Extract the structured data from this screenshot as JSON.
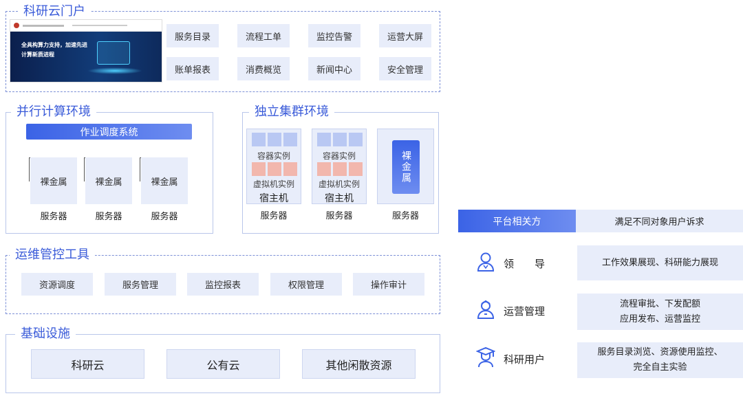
{
  "portal": {
    "title": "科研云门户",
    "banner_text_1": "全具构算力支持，加速先进",
    "banner_text_2": "计算新质进程",
    "services": [
      "服务目录",
      "流程工单",
      "监控告警",
      "运营大屏",
      "账单报表",
      "消费概览",
      "新闻中心",
      "安全管理"
    ]
  },
  "parallel": {
    "title": "并行计算环境",
    "scheduler": "作业调度系统",
    "nodes": [
      "裸金属",
      "裸金属",
      "裸金属"
    ],
    "server_labels": [
      "服务器",
      "服务器",
      "服务器"
    ]
  },
  "cluster": {
    "title": "独立集群环境",
    "container_label": "容器实例",
    "vm_label": "虚拟机实例",
    "host_label": "宿主机",
    "bare_metal_label": "裸金属",
    "server_labels": [
      "服务器",
      "服务器",
      "服务器"
    ]
  },
  "ops": {
    "title": "运维管控工具",
    "tools": [
      "资源调度",
      "服务管理",
      "监控报表",
      "权限管理",
      "操作审计"
    ]
  },
  "infra": {
    "title": "基础设施",
    "items": [
      "科研云",
      "公有云",
      "其他闲散资源"
    ]
  },
  "stakeholders": {
    "header_left": "平台相关方",
    "header_right": "满足不同对象用户诉求",
    "roles": [
      {
        "name": "领　　导",
        "icon": "leader-icon",
        "desc_1": "工作效果展现、科研能力展现",
        "desc_2": ""
      },
      {
        "name": "运营管理",
        "icon": "operator-icon",
        "desc_1": "流程审批、下发配额",
        "desc_2": "应用发布、运营监控"
      },
      {
        "name": "科研用户",
        "icon": "researcher-icon",
        "desc_1": "服务目录浏览、资源使用监控、",
        "desc_2": "完全自主实验"
      }
    ]
  },
  "colors": {
    "accent": "#3b63e6",
    "chip": "#e8edfa",
    "section_title": "#3a5bd9"
  }
}
